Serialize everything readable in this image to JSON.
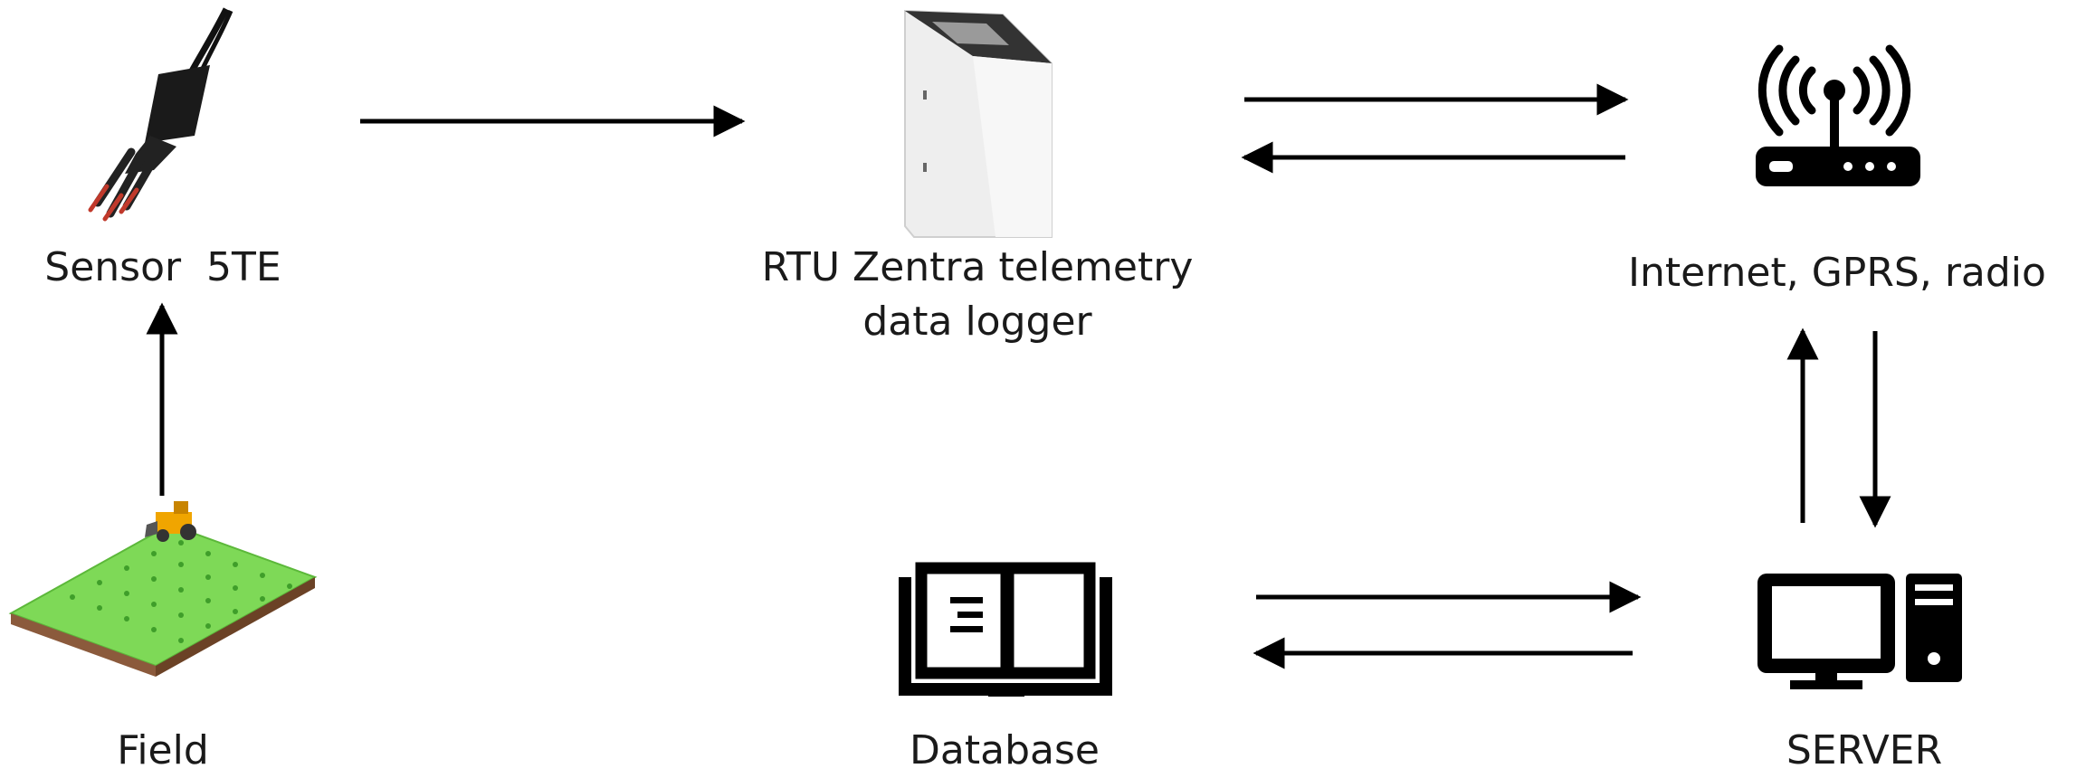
{
  "nodes": {
    "sensor": {
      "label": "Sensor  5TE",
      "icon": "soil-sensor-icon"
    },
    "rtu": {
      "label_line1": "RTU Zentra telemetry",
      "label_line2": "data logger",
      "icon": "data-logger-icon"
    },
    "internet": {
      "label": "Internet, GPRS, radio",
      "icon": "wireless-router-icon"
    },
    "field": {
      "label": "Field",
      "icon": "field-tractor-icon"
    },
    "database": {
      "label": "Database",
      "icon": "book-database-icon"
    },
    "server": {
      "label": "SERVER",
      "icon": "computer-server-icon"
    }
  },
  "edges": [
    {
      "from": "field",
      "to": "sensor"
    },
    {
      "from": "sensor",
      "to": "rtu"
    },
    {
      "from": "rtu",
      "to": "internet"
    },
    {
      "from": "internet",
      "to": "rtu"
    },
    {
      "from": "server",
      "to": "internet"
    },
    {
      "from": "internet",
      "to": "server"
    },
    {
      "from": "database",
      "to": "server"
    },
    {
      "from": "server",
      "to": "database"
    }
  ],
  "colors": {
    "arrow": "#000000",
    "icon": "#000000",
    "sensor_tip": "#c0392b",
    "field_grass": "#7ed957",
    "field_soil": "#8b5a3c",
    "tractor": "#f0a500"
  }
}
